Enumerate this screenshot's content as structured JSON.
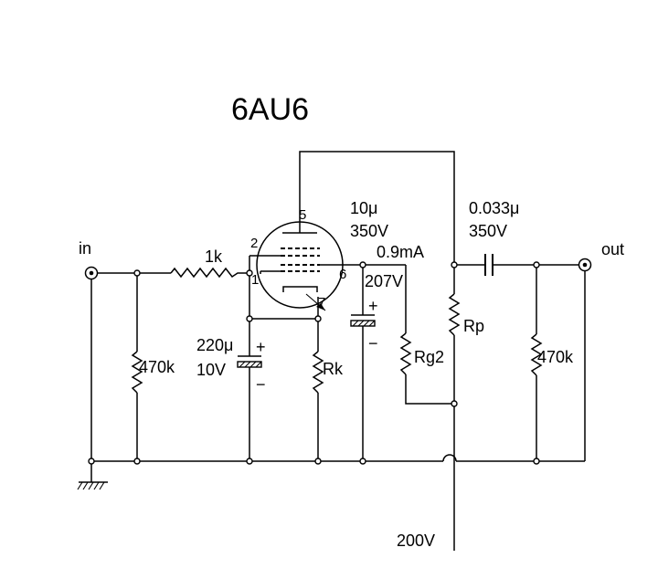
{
  "diagram": {
    "title": "6AU6",
    "labels": {
      "input": "in",
      "output": "out",
      "grid_stop": "1k",
      "grid_leak": "470k",
      "load_resistor": "470k",
      "cathode_cap_value": "220μ",
      "cathode_cap_voltage": "10V",
      "cathode_resistor": "Rk",
      "screen_cap_value": "10μ",
      "screen_cap_voltage": "350V",
      "screen_current": "0.9mA",
      "screen_voltage": "207V",
      "screen_resistor": "Rg2",
      "plate_resistor": "Rp",
      "coupling_cap_value": "0.033μ",
      "coupling_cap_voltage": "350V",
      "supply_voltage": "200V"
    },
    "pins": {
      "plate": "5",
      "grid": "2",
      "cathode": "1",
      "screen": "6",
      "suppressor": "7"
    },
    "polarity": {
      "plus": "+",
      "minus": "−"
    }
  }
}
